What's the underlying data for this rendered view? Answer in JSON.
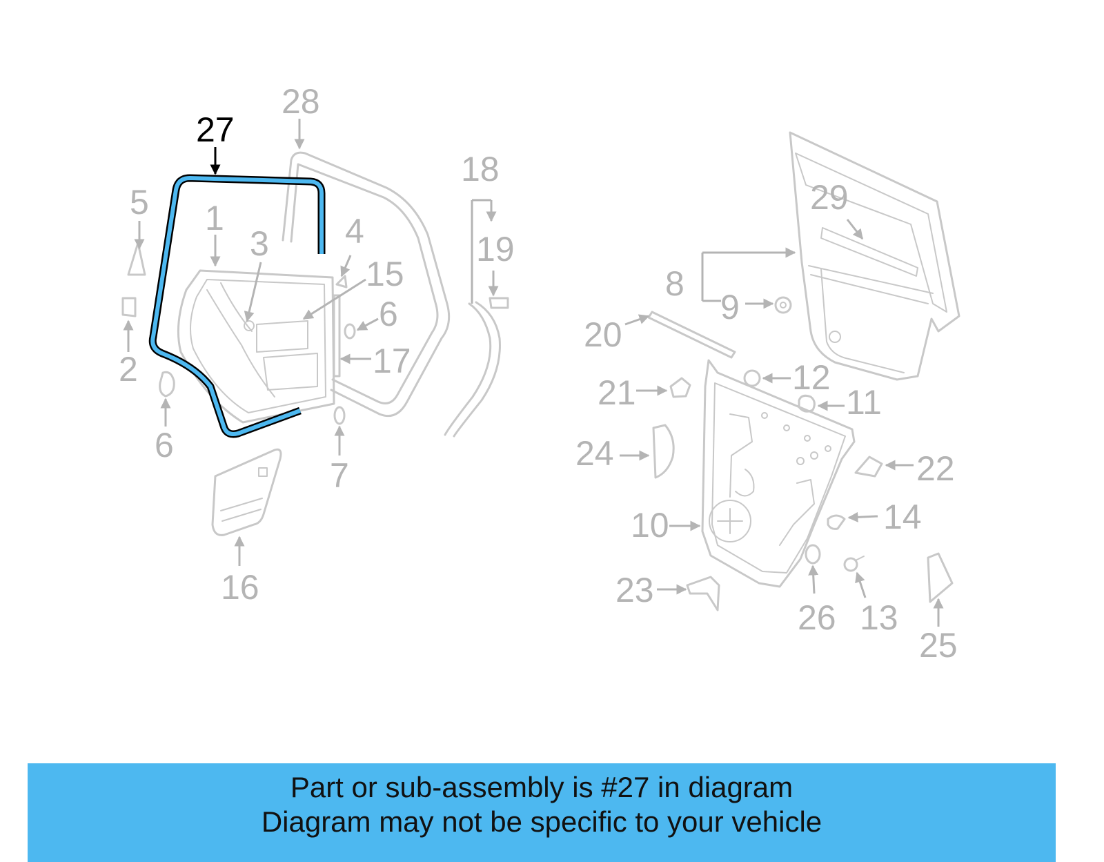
{
  "diagram": {
    "highlighted_part": "27",
    "highlight_color": "#4db8f0",
    "label_color": "#b4b4b4",
    "part_numbers": [
      "1",
      "2",
      "3",
      "4",
      "5",
      "6",
      "6",
      "7",
      "8",
      "9",
      "10",
      "11",
      "12",
      "13",
      "14",
      "15",
      "16",
      "17",
      "18",
      "19",
      "20",
      "21",
      "22",
      "23",
      "24",
      "25",
      "26",
      "28",
      "29"
    ]
  },
  "banner": {
    "line1": "Part or sub-assembly is #27 in diagram",
    "line2": "Diagram may not be specific to your vehicle",
    "background": "#4db8f0"
  }
}
